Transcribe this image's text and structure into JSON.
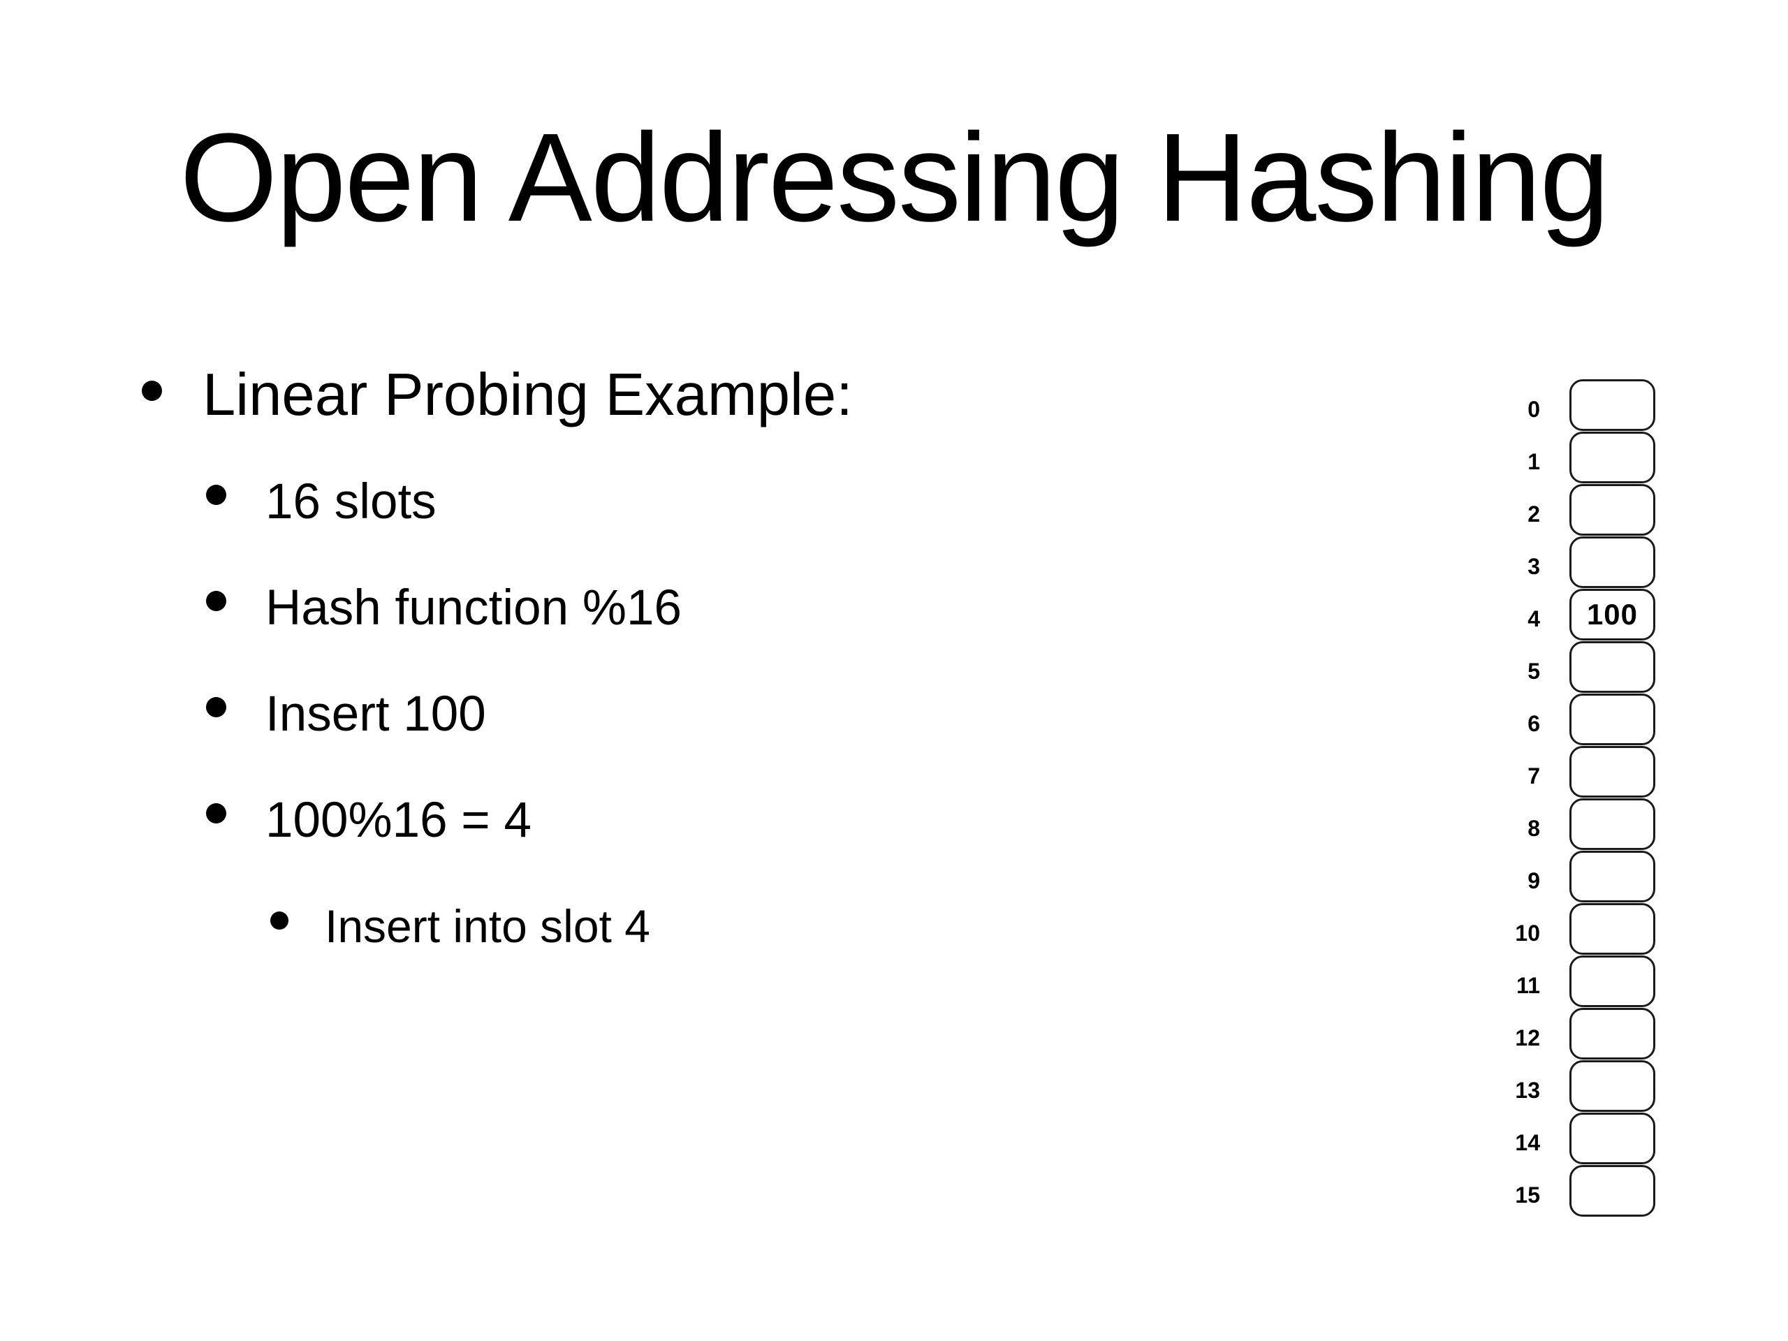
{
  "title": "Open Addressing Hashing",
  "bullets": [
    {
      "level": 1,
      "text": "Linear Probing Example:"
    },
    {
      "level": 2,
      "text": "16 slots"
    },
    {
      "level": 2,
      "text": "Hash function %16"
    },
    {
      "level": 2,
      "text": "Insert 100"
    },
    {
      "level": 2,
      "text": "100%16 = 4"
    },
    {
      "level": 3,
      "text": "Insert into slot 4"
    }
  ],
  "hash_table": {
    "slot_count": 16,
    "slots": [
      {
        "index": "0",
        "value": ""
      },
      {
        "index": "1",
        "value": ""
      },
      {
        "index": "2",
        "value": ""
      },
      {
        "index": "3",
        "value": ""
      },
      {
        "index": "4",
        "value": "100"
      },
      {
        "index": "5",
        "value": ""
      },
      {
        "index": "6",
        "value": ""
      },
      {
        "index": "7",
        "value": ""
      },
      {
        "index": "8",
        "value": ""
      },
      {
        "index": "9",
        "value": ""
      },
      {
        "index": "10",
        "value": ""
      },
      {
        "index": "11",
        "value": ""
      },
      {
        "index": "12",
        "value": ""
      },
      {
        "index": "13",
        "value": ""
      },
      {
        "index": "14",
        "value": ""
      },
      {
        "index": "15",
        "value": ""
      }
    ]
  },
  "icons": {
    "bullet": "filled-circle"
  },
  "colors": {
    "background": "#ffffff",
    "text": "#000000",
    "bullet_dot": "#000000",
    "slot_border": "#1a1a1a",
    "slot_fill": "#ffffff"
  }
}
